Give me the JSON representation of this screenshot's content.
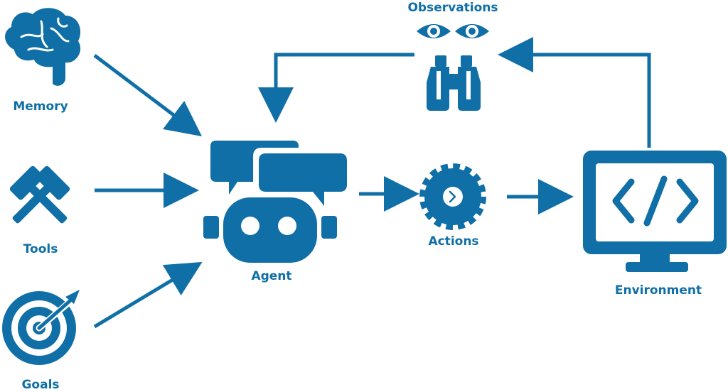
{
  "nodes": {
    "memory": {
      "label": "Memory",
      "icon": "brain-icon"
    },
    "tools": {
      "label": "Tools",
      "icon": "hammers-icon"
    },
    "goals": {
      "label": "Goals",
      "icon": "target-icon"
    },
    "agent": {
      "label": "Agent",
      "icon": "robot-chat-icon"
    },
    "actions": {
      "label": "Actions",
      "icon": "gear-icon"
    },
    "environment": {
      "label": "Environment",
      "icon": "monitor-code-icon"
    },
    "observations": {
      "label": "Observations",
      "icon": "binoculars-icon"
    }
  },
  "edges": [
    {
      "from": "memory",
      "to": "agent"
    },
    {
      "from": "tools",
      "to": "agent"
    },
    {
      "from": "goals",
      "to": "agent"
    },
    {
      "from": "agent",
      "to": "actions"
    },
    {
      "from": "actions",
      "to": "environment"
    },
    {
      "from": "environment",
      "to": "observations"
    },
    {
      "from": "observations",
      "to": "agent"
    }
  ],
  "colors": {
    "primary": "#0f6fa6",
    "background": "#ffffff"
  }
}
